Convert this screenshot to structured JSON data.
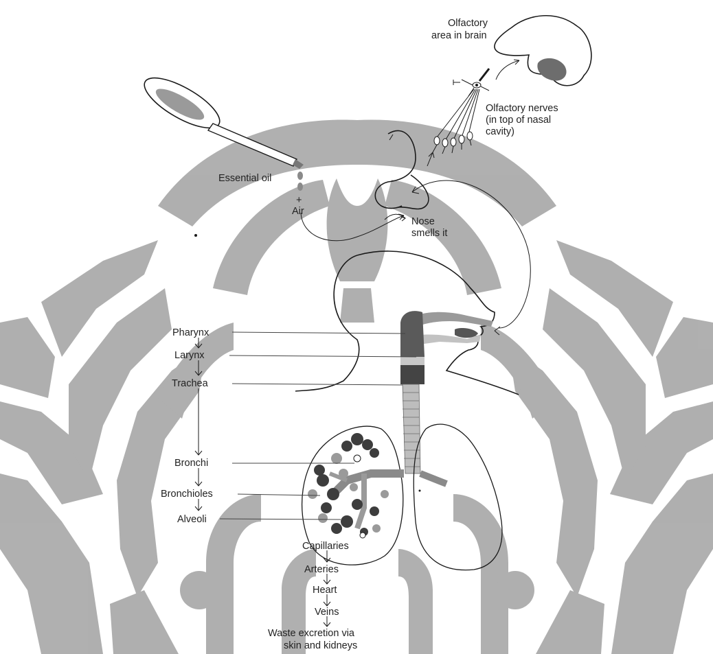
{
  "colors": {
    "watermark": "#a9a9a9",
    "ink": "#1a1a1a",
    "shade_dark": "#505050",
    "shade_light": "#b5b5b5"
  },
  "labels": {
    "olfactory_area_line1": "Olfactory",
    "olfactory_area_line2": "area in brain",
    "olfactory_nerves_line1": "Olfactory nerves",
    "olfactory_nerves_line2": "(in top of nasal",
    "olfactory_nerves_line3": "cavity)",
    "essential_oil": "Essential oil",
    "plus": "+",
    "air": "Air",
    "nose_line1": "Nose",
    "nose_line2": "smells it"
  },
  "pathway_left": [
    "Pharynx",
    "Larynx",
    "Trachea",
    "Bronchi",
    "Bronchioles",
    "Alveoli"
  ],
  "pathway_bottom": [
    "Capillaries",
    "Arteries",
    "Heart",
    "Veins"
  ],
  "waste": {
    "line1": "Waste excretion via",
    "line2": "skin and kidneys"
  },
  "icons": [
    "dropper-icon",
    "brain-icon",
    "neuron-icon",
    "head-profile-icon",
    "lungs-icon",
    "watermark-emblem-icon"
  ]
}
